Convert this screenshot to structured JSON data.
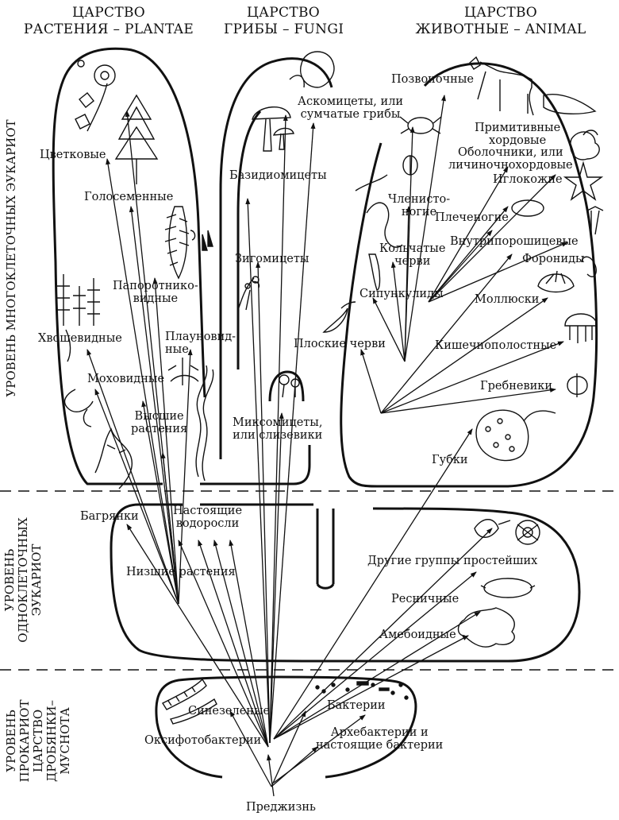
{
  "kingdoms": {
    "plantae": [
      "ЦАРСТВО",
      "РАСТЕНИЯ – PLANTAE"
    ],
    "fungi": [
      "ЦАРСТВО",
      "ГРИБЫ – FUNGI"
    ],
    "animal": [
      "ЦАРСТВО",
      "ЖИВОТНЫЕ – ANIMAL"
    ]
  },
  "levels": {
    "multicellular": [
      "УРОВЕНЬ МНОГОКЛЕТОЧНЫХ ЭУКАРИОТ"
    ],
    "unicellular": [
      "УРОВЕНЬ",
      "ОДНОКЛЕТОЧНЫХ",
      "ЭУКАРИОТ"
    ],
    "prokaryote": [
      "УРОВЕНЬ",
      "ПРОКАРИОТ",
      "ЦАРСТВО",
      "ДРОБЯНКИ–",
      "МУСНОТА"
    ]
  },
  "plants": {
    "flowering": "Цветковые",
    "gymnosperms": "Голосеменные",
    "ferns": [
      "Папоротнико-",
      "видные"
    ],
    "club_mosses": [
      "Плауновид-",
      "ные"
    ],
    "horsetails": "Хвощевидные",
    "mosses": "Моховидные",
    "higher_plants": [
      "Высшие",
      "растения"
    ],
    "red_algae": "Багрянки",
    "true_algae": [
      "Настоящие",
      "водоросли"
    ],
    "lower_plants": "Низшие растения"
  },
  "fungi": {
    "ascomycetes": [
      "Аскомицеты, или",
      "сумчатые грибы"
    ],
    "basidiomycetes": "Базидиомицеты",
    "zygomycetes": "Зигомицеты",
    "myxomycetes": [
      "Миксомицеты,",
      "или слизевики"
    ]
  },
  "animals": {
    "vertebrates": "Позвоночные",
    "primitive_chordates": [
      "Примитивные",
      "хордовые"
    ],
    "tunicates": [
      "Оболочники, или",
      "личиночнохордовые"
    ],
    "echinoderms": "Иглокожие",
    "arthropods": [
      "Членисто-",
      "ногие"
    ],
    "brachiopods": "Плеченогие",
    "entoprocts": "Внутрипорошицевые",
    "annelids": [
      "Кольчатые",
      "черви"
    ],
    "phoronids": "Форониды",
    "sipunculids": "Сипункулиды",
    "molluscs": "Моллюски",
    "flatworms": "Плоские черви",
    "coelenterates": "Кишечнополостные",
    "ctenophores": "Гребневики",
    "sponges": "Губки"
  },
  "protists": {
    "other": "Другие группы простейших",
    "ciliates": "Ресничные",
    "amoeboids": "Амебоидные"
  },
  "prokaryotes": {
    "cyanobacteria": "Синезеленые",
    "oxyphotobacteria": "Оксифотобактерии",
    "bacteria": "Бактерии",
    "archaebacteria": [
      "Архебактерии и",
      "настоящие бактерии"
    ]
  },
  "root": "Преджизнь"
}
